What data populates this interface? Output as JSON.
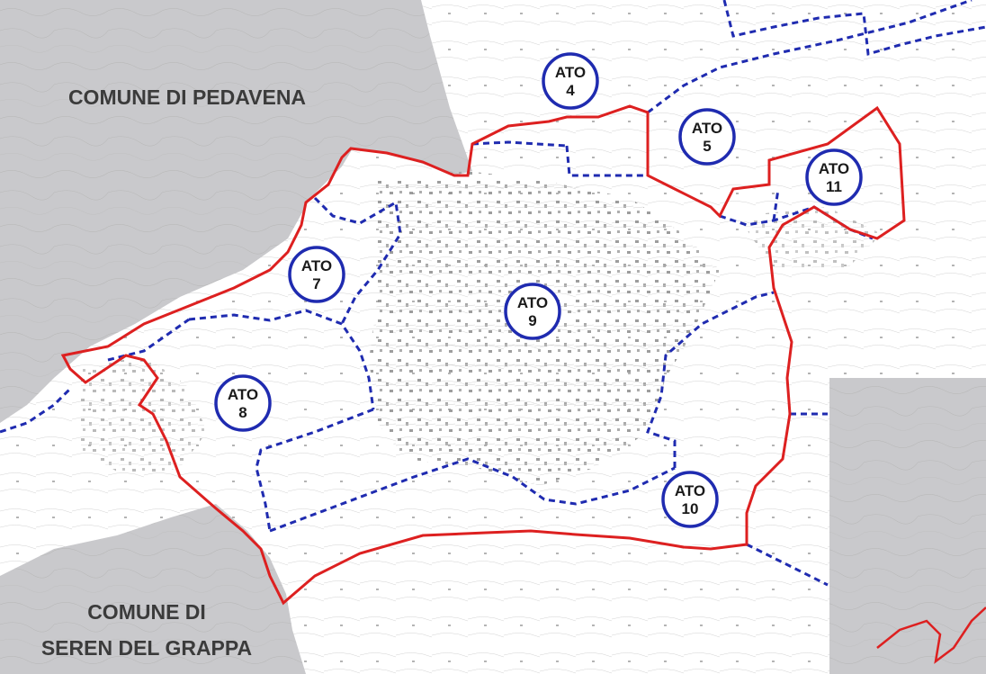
{
  "map": {
    "municipalities": [
      {
        "id": "pedavena",
        "name": "COMUNE DI PEDAVENA"
      },
      {
        "id": "seren_line1",
        "name": "COMUNE DI"
      },
      {
        "id": "seren_line2",
        "name": "SEREN DEL GRAPPA"
      }
    ],
    "ato_zones": [
      {
        "id": "ato4",
        "line1": "ATO",
        "line2": "4"
      },
      {
        "id": "ato5",
        "line1": "ATO",
        "line2": "5"
      },
      {
        "id": "ato11",
        "line1": "ATO",
        "line2": "11"
      },
      {
        "id": "ato7",
        "line1": "ATO",
        "line2": "7"
      },
      {
        "id": "ato9",
        "line1": "ATO",
        "line2": "9"
      },
      {
        "id": "ato8",
        "line1": "ATO",
        "line2": "8"
      },
      {
        "id": "ato10",
        "line1": "ATO",
        "line2": "10"
      }
    ],
    "colors": {
      "municipal_boundary": "#dd2020",
      "ato_boundary": "#1f2bb0",
      "outside_area": "#c9c9cc",
      "background": "#ffffff"
    }
  }
}
